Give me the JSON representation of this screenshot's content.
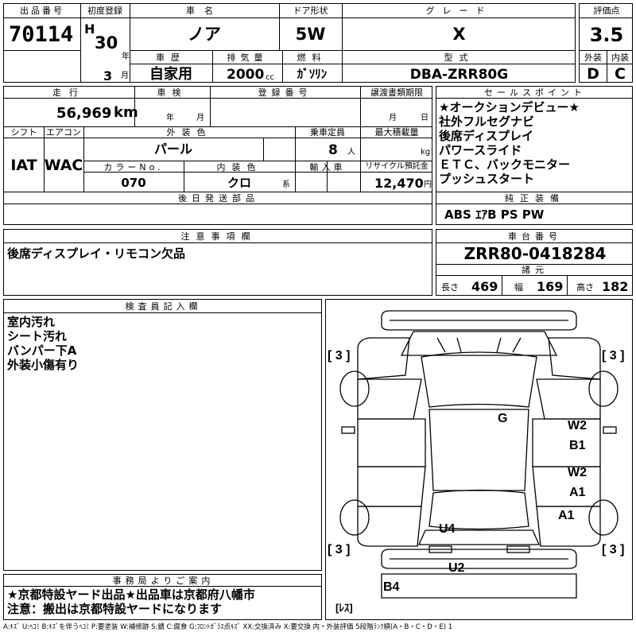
{
  "lot": {
    "label": "出品番号",
    "value": "70114"
  },
  "first_reg": {
    "label": "初度登録",
    "era": "H",
    "year": "30",
    "year_unit": "年",
    "month": "3",
    "month_unit": "月"
  },
  "car_name": {
    "label": "車名",
    "value": "ノア"
  },
  "door": {
    "label": "ドア形状",
    "value": "5W"
  },
  "grade": {
    "label": "グレード",
    "value": "X"
  },
  "score": {
    "label": "評価点",
    "value": "3.5",
    "exterior_label": "外装",
    "exterior": "D",
    "interior_label": "内装",
    "interior": "C"
  },
  "history": {
    "label": "車歴",
    "value": "自家用"
  },
  "displacement": {
    "label": "排気量",
    "value": "2000",
    "unit": "cc"
  },
  "fuel": {
    "label": "燃料",
    "value": "ｶﾞｿﾘﾝ"
  },
  "model": {
    "label": "型式",
    "value": "DBA-ZRR80G"
  },
  "mileage": {
    "label": "走行",
    "value": "56,969",
    "unit": "km"
  },
  "inspection": {
    "label": "車検",
    "year_unit": "年",
    "month_unit": "月"
  },
  "registration": {
    "label": "登録番号"
  },
  "transfer": {
    "label": "譲渡書類期限",
    "month_unit": "月",
    "day_unit": "日"
  },
  "shift": {
    "label": "シフト",
    "value": "IAT"
  },
  "aircon": {
    "label": "エアコン",
    "value": "WAC"
  },
  "ext_color": {
    "label": "外装色",
    "value": "パール"
  },
  "capacity": {
    "label": "乗車定員",
    "value": "8",
    "unit": "人"
  },
  "max_load": {
    "label": "最大積載量",
    "unit": "kg"
  },
  "color_no": {
    "label": "カラーNo.",
    "value": "070"
  },
  "int_color": {
    "label": "内装色",
    "value": "クロ",
    "unit": "系"
  },
  "import": {
    "label": "輸入車"
  },
  "recycle": {
    "label": "リサイクル預託金",
    "value": "12,470",
    "unit": "円"
  },
  "later_parts": {
    "label": "後日発送部品"
  },
  "sales_points": {
    "label": "セールスポイント",
    "lines": [
      "★オークションデビュー★",
      "社外フルセグナビ",
      "後席ディスプレイ",
      "パワースライド",
      "ＥＴＣ、バックモニター",
      "プッシュスタート"
    ]
  },
  "equipment": {
    "label": "純正装備",
    "value": "ABS ｴｱB PS PW"
  },
  "caution": {
    "label": "注意事項欄",
    "text": "後席ディスプレイ・リモコン欠品"
  },
  "chassis": {
    "label": "車台番号",
    "value": "ZRR80-0418284"
  },
  "dims": {
    "label": "諸元",
    "length_label": "長さ",
    "length": "469",
    "width_label": "幅",
    "width": "169",
    "height_label": "高さ",
    "height": "182"
  },
  "inspector": {
    "label": "検査員記入欄",
    "lines": [
      "室内汚れ",
      "シート汚れ",
      "バンパー下A",
      "外装小傷有り"
    ]
  },
  "office": {
    "label": "事務局よりご案内",
    "lines": [
      "★京都特設ヤード出品★出品車は京都府八幡市",
      "注意：搬出は京都特設ヤードになります"
    ]
  },
  "diagram": {
    "tire_marks": [
      "[ 3 ]",
      "[ 3 ]",
      "[ 3 ]",
      "[ 3 ]"
    ],
    "spare": "[ﾚｽ]",
    "marks": [
      "G",
      "W2",
      "B1",
      "W2",
      "A1",
      "A1",
      "U4",
      "U2",
      "B4"
    ]
  },
  "legend": "A:ｷｽﾞ U:ﾍｺﾐ B:ｷｽﾞを伴うﾍｺﾐ P:要塗装 W:補修跡 S:錆 C:腐食 G:ﾌﾛﾝﾄｶﾞﾗｽ点ｷｽﾞ XX:交換済み X:要交換 内・外装評価 5段階ﾗﾝｸ順(A・B・C・D・E) 1"
}
